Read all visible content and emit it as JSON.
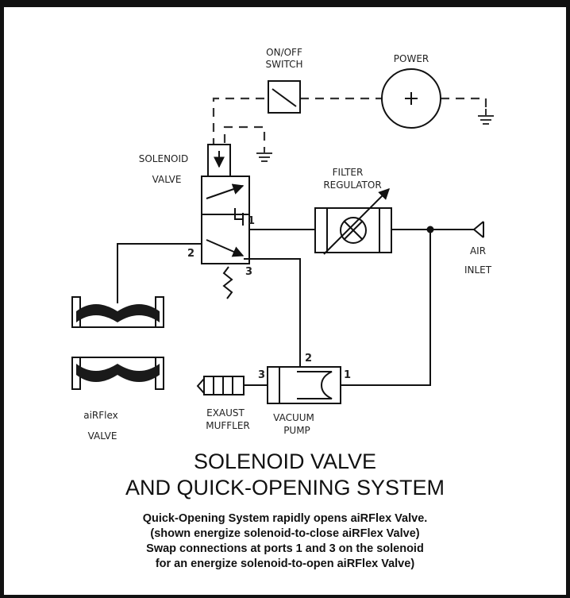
{
  "labels": {
    "switch_line1": "ON/OFF",
    "switch_line2": "SWITCH",
    "power": "POWER",
    "solenoid_line1": "SOLENOID",
    "solenoid_line2": "VALVE",
    "filter_line1": "FILTER",
    "filter_line2": "REGULATOR",
    "air_line1": "AIR",
    "air_line2": "INLET",
    "airflex_line1": "aiRFlex",
    "airflex_line2": "VALVE",
    "exhaust_line1": "EXAUST",
    "exhaust_line2": "MUFFLER",
    "vacuum_line1": "VACUUM",
    "vacuum_line2": "PUMP"
  },
  "ports": {
    "sol_1": "1",
    "sol_2": "2",
    "sol_3": "3",
    "pump_1": "1",
    "pump_2": "2",
    "pump_3": "3"
  },
  "title": {
    "line1": "SOLENOID VALVE",
    "line2": "AND QUICK-OPENING SYSTEM"
  },
  "caption": {
    "line1": "Quick-Opening System rapidly opens aiRFlex Valve.",
    "line2": "(shown energize solenoid-to-close aiRFlex Valve)",
    "line3": "Swap connections at ports 1 and 3 on the solenoid",
    "line4": "for an energize solenoid-to-open aiRFlex Valve)"
  }
}
